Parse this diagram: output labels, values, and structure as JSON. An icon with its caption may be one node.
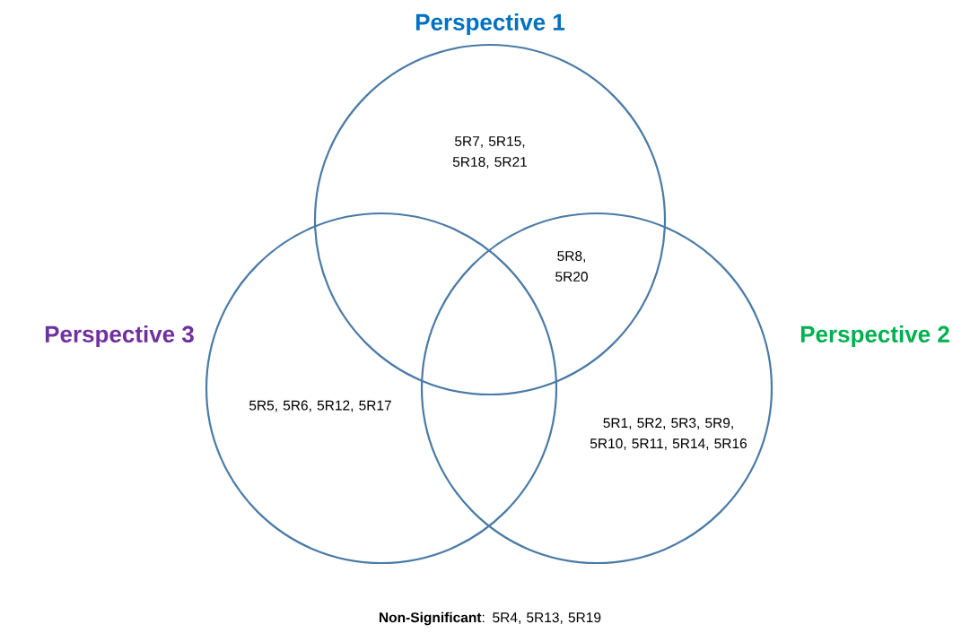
{
  "diagram": {
    "nodes": [
      {
        "text": [
          "Perspective 1",
          "5R7, 5R15, 5R18, 5R21"
        ]
      },
      {
        "text": [
          "Perspective 2",
          "5R1, 5R2, 5R3, 5R9, 5R10, 5R11, 5R14, 5R16"
        ]
      },
      {
        "text": [
          "Perspective 3",
          "5R5, 5R6, 5R12, 5R17"
        ]
      }
    ],
    "labels": [
      "5R8, 5R20",
      "**Non-Significant**: 5R4, 5R13, 5R19"
    ]
  }
}
